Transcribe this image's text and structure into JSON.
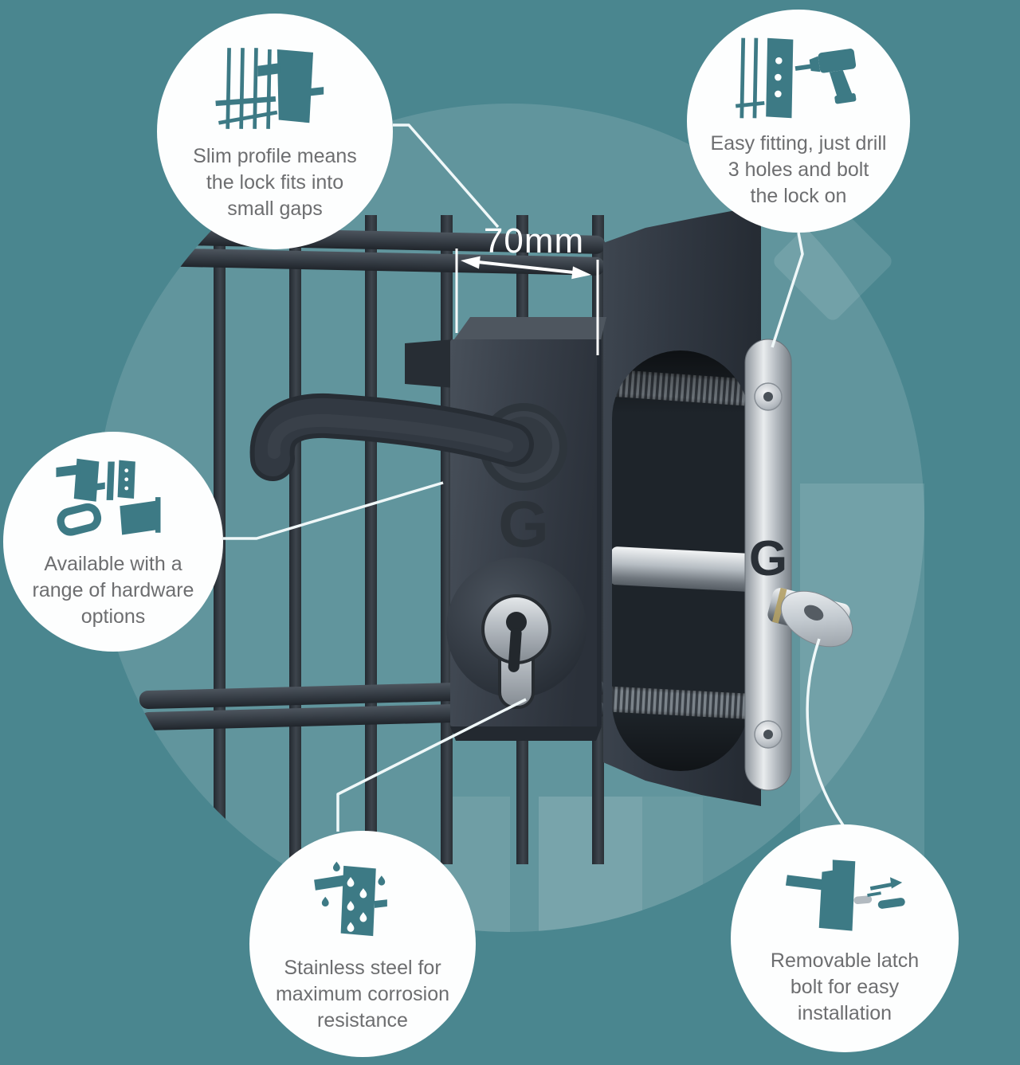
{
  "palette": {
    "background": "#4a868f",
    "watermark": "rgba(255,255,255,0.12)",
    "bubble": "#ffffff",
    "icon_teal": "#3d7a85",
    "text_gray": "#6d6e70",
    "lock_charcoal": "#343b42",
    "steel": "#c9ced3",
    "leader_line": "#f0f8f9"
  },
  "brand": {
    "logo_letter": "G"
  },
  "dimension": {
    "label": "70mm"
  },
  "callouts": [
    {
      "name": "slim-profile",
      "icon": "lock-in-fence-icon",
      "lines": [
        "Slim profile means",
        "the lock fits into",
        "small gaps"
      ]
    },
    {
      "name": "easy-fitting",
      "icon": "drill-icon",
      "lines": [
        "Easy fitting, just drill",
        "3 holes and bolt",
        "the lock on"
      ]
    },
    {
      "name": "hardware-options",
      "icon": "hardware-set-icon",
      "lines": [
        "Available with a",
        "range of hardware",
        "options"
      ]
    },
    {
      "name": "stainless-steel",
      "icon": "corrosion-resistant-lock-icon",
      "lines": [
        "Stainless steel for",
        "maximum corrosion",
        "resistance"
      ]
    },
    {
      "name": "removable-latch",
      "icon": "removable-latch-bolt-icon",
      "lines": [
        "Removable latch",
        "bolt for easy",
        "installation"
      ]
    }
  ]
}
